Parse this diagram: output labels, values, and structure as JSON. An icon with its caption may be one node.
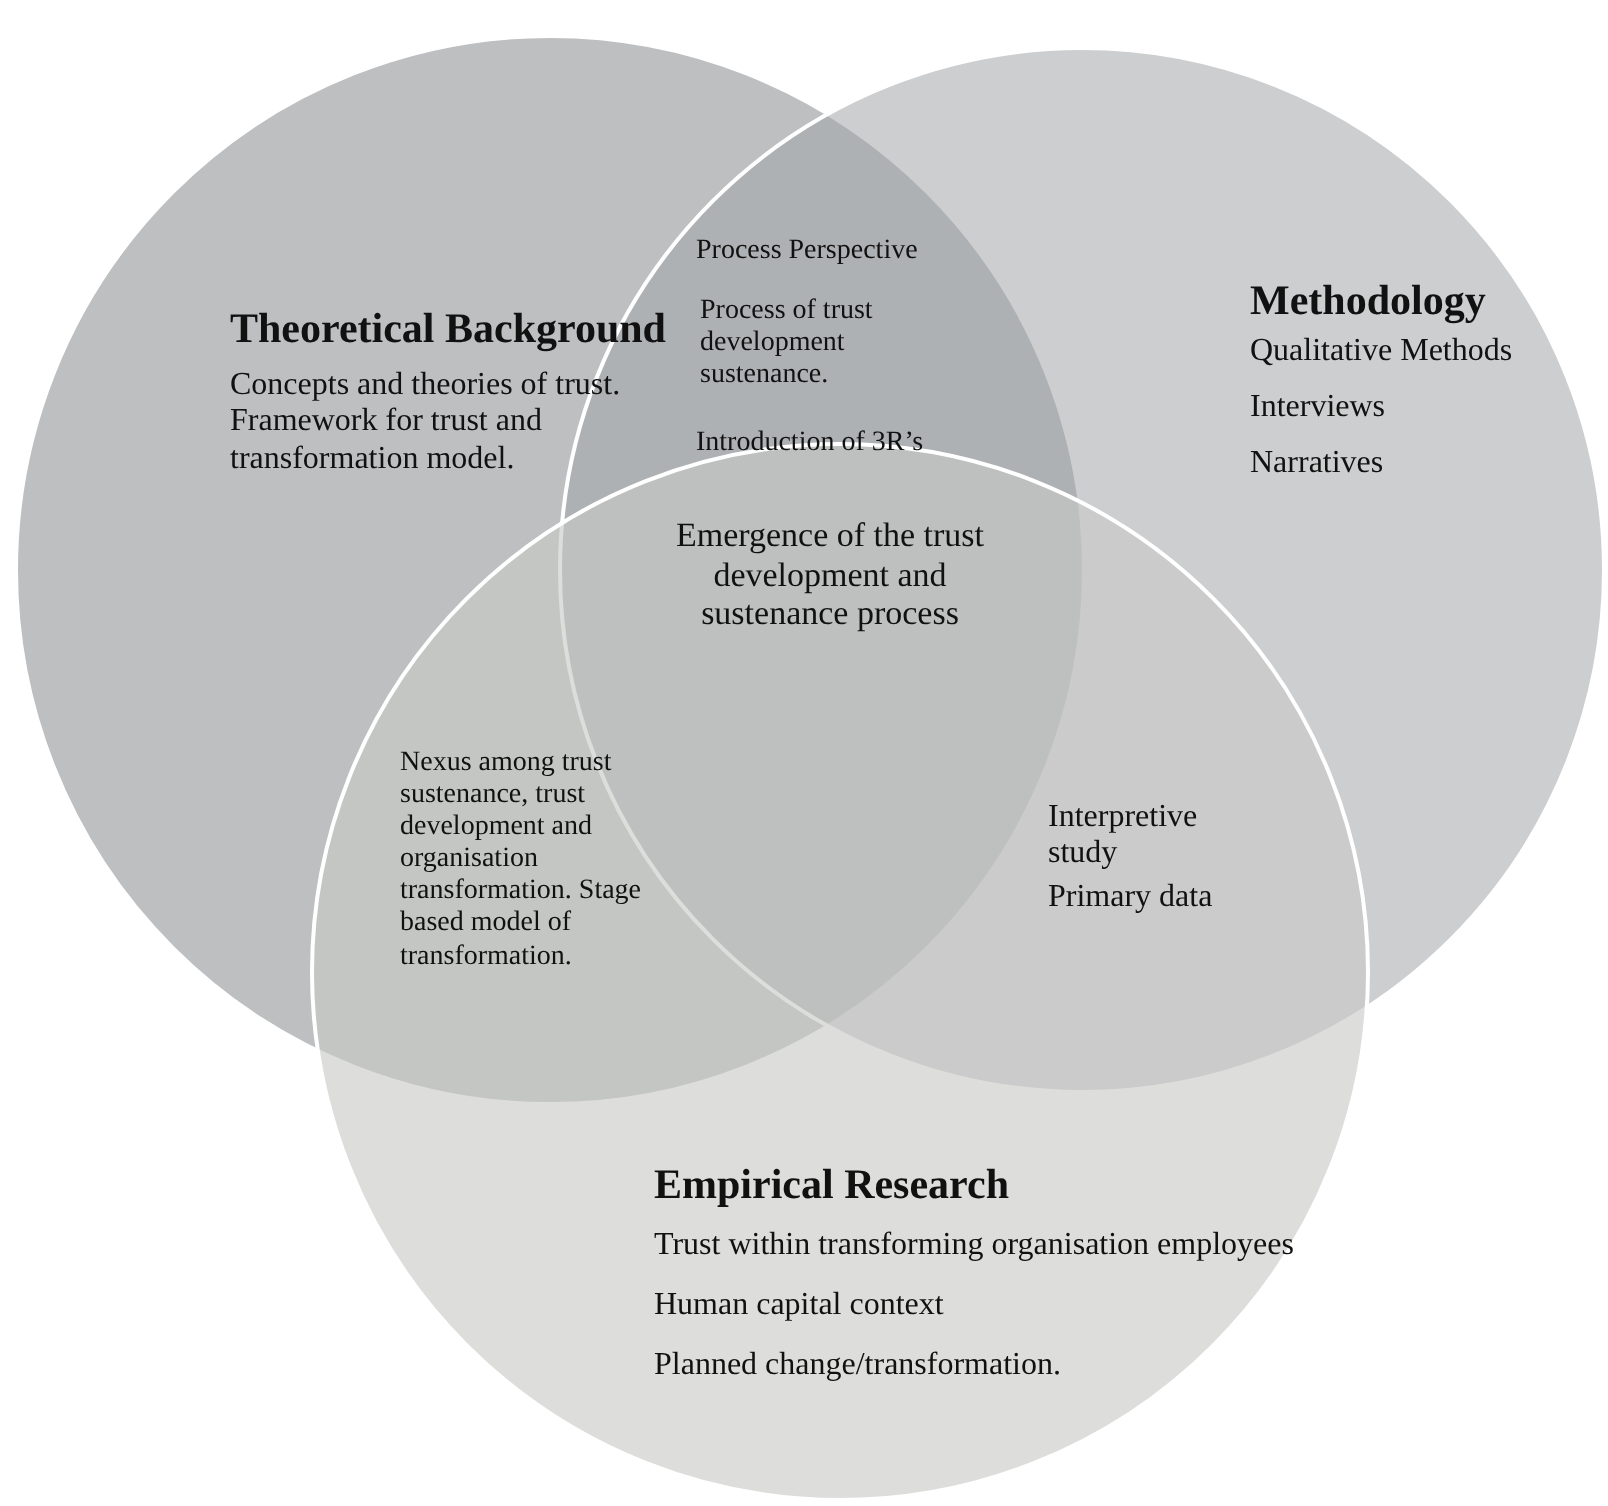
{
  "diagram": {
    "nodes": [
      {
        "text": [
          "Theoretical Background",
          "Concepts and theories of trust. Framework for trust and transformation model."
        ]
      },
      {
        "text": [
          "Methodology",
          "Qualitative Methods",
          "Interviews",
          "Narratives"
        ]
      },
      {
        "text": [
          "Empirical Research",
          "Trust within transforming organisation employees",
          "Human capital context",
          "Planned change/transformation."
        ]
      }
    ],
    "edges": [],
    "labels": [
      "Process Perspective",
      "Process of trust development sustenance.",
      "Introduction of 3R’s",
      "Emergence of the trust development and sustenance process",
      "Nexus among trust sustenance, trust development and organisation transformation. Stage based model of transformation.",
      "Interpretive study",
      "Primary data"
    ]
  }
}
